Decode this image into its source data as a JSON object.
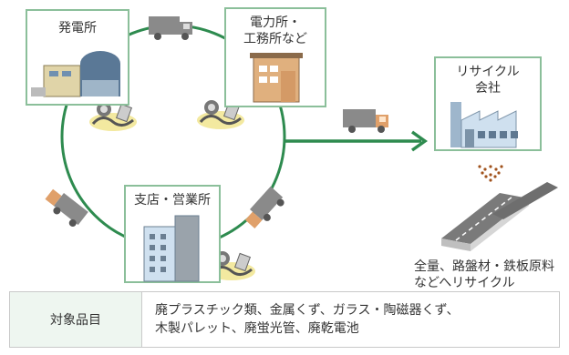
{
  "nodes": {
    "power_plant": "発電所",
    "power_office_line1": "電力所・",
    "power_office_line2": "工務所など",
    "branch_office": "支店・営業所",
    "recycle_line1": "リサイクル",
    "recycle_line2": "会社"
  },
  "output": {
    "line1": "全量、路盤材・鉄板原料",
    "line2": "などへリサイクル"
  },
  "table": {
    "header": "対象品目",
    "items_line1": "廃プラスチック類、金属くず、ガラス・陶磁器くず、",
    "items_line2": "木製パレット、廃蛍光管、廃乾電池"
  },
  "colors": {
    "accent_green": "#2e8b4f",
    "box_border": "#8bbf9a",
    "header_bg": "#eef6f0",
    "arrow_brown": "#a0521c"
  }
}
